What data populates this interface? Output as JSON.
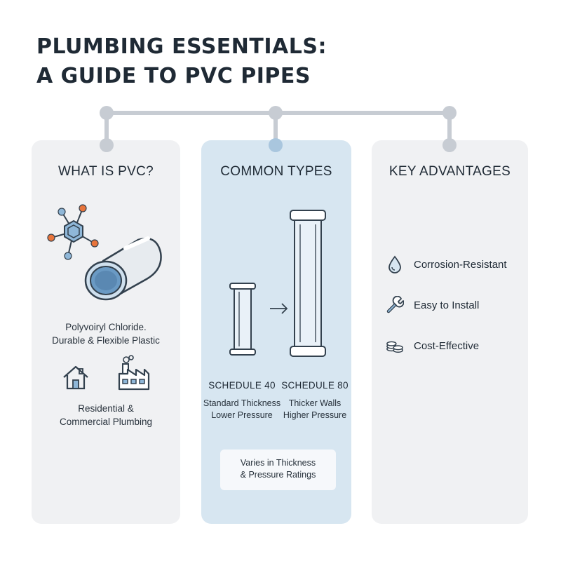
{
  "title": {
    "line1": "PLUMBING ESSENTIALS:",
    "line2": "A GUIDE TO PVC PIPES"
  },
  "colors": {
    "card_grey": "#f0f1f3",
    "card_blue": "#d7e6f1",
    "connector": "#c7ccd3",
    "accent_blue": "#5b8fbf",
    "accent_orange": "#e8743b",
    "ink": "#1f2a35"
  },
  "panels": {
    "what_is_pvc": {
      "heading": "WHAT IS PVC?",
      "description_line1": "Polyvoiryl Chloride.",
      "description_line2": "Durable & Flexible Plastic",
      "uses_line1": "Residential &",
      "uses_line2": "Commercial Plumbing",
      "icons": [
        "molecule-icon",
        "pipe-icon",
        "house-icon",
        "factory-icon"
      ]
    },
    "common_types": {
      "heading": "COMMON TYPES",
      "schedule40": {
        "name": "SCHEDULE 40",
        "desc_line1": "Standard Thickness",
        "desc_line2": "Lower Pressure"
      },
      "schedule80": {
        "name": "SCHEDULE 80",
        "desc_line1": "Thicker Walls",
        "desc_line2": "Higher Pressure"
      },
      "note_line1": "Varies in Thickness",
      "note_line2": "& Pressure Ratings",
      "icons": [
        "small-pipe-icon",
        "arrow-right-icon",
        "large-pipe-icon"
      ]
    },
    "key_advantages": {
      "heading": "KEY ADVANTAGES",
      "items": [
        {
          "label": "Corrosion-Resistant",
          "icon": "water-drop-icon"
        },
        {
          "label": "Easy to Install",
          "icon": "wrench-icon"
        },
        {
          "label": "Cost-Effective",
          "icon": "coins-icon"
        }
      ]
    }
  }
}
